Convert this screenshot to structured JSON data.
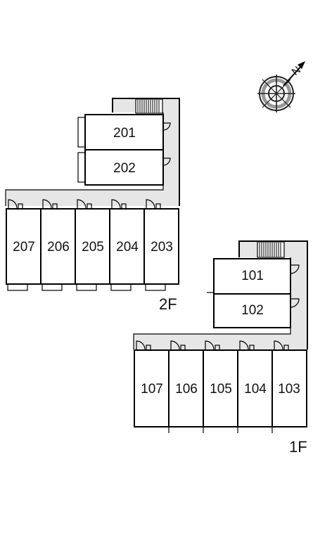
{
  "floors": [
    {
      "label": "2F",
      "rooms": [
        {
          "id": "201",
          "label": "201"
        },
        {
          "id": "202",
          "label": "202"
        },
        {
          "id": "207",
          "label": "207"
        },
        {
          "id": "206",
          "label": "206"
        },
        {
          "id": "205",
          "label": "205"
        },
        {
          "id": "204",
          "label": "204"
        },
        {
          "id": "203",
          "label": "203"
        }
      ]
    },
    {
      "label": "1F",
      "rooms": [
        {
          "id": "101",
          "label": "101"
        },
        {
          "id": "102",
          "label": "102"
        },
        {
          "id": "107",
          "label": "107"
        },
        {
          "id": "106",
          "label": "106"
        },
        {
          "id": "105",
          "label": "105"
        },
        {
          "id": "104",
          "label": "104"
        },
        {
          "id": "103",
          "label": "103"
        }
      ]
    }
  ],
  "compass": {
    "icon": "compass-north-icon",
    "north_label": "N"
  },
  "colors": {
    "corridor": "#e6e6e6",
    "line": "#000000"
  }
}
